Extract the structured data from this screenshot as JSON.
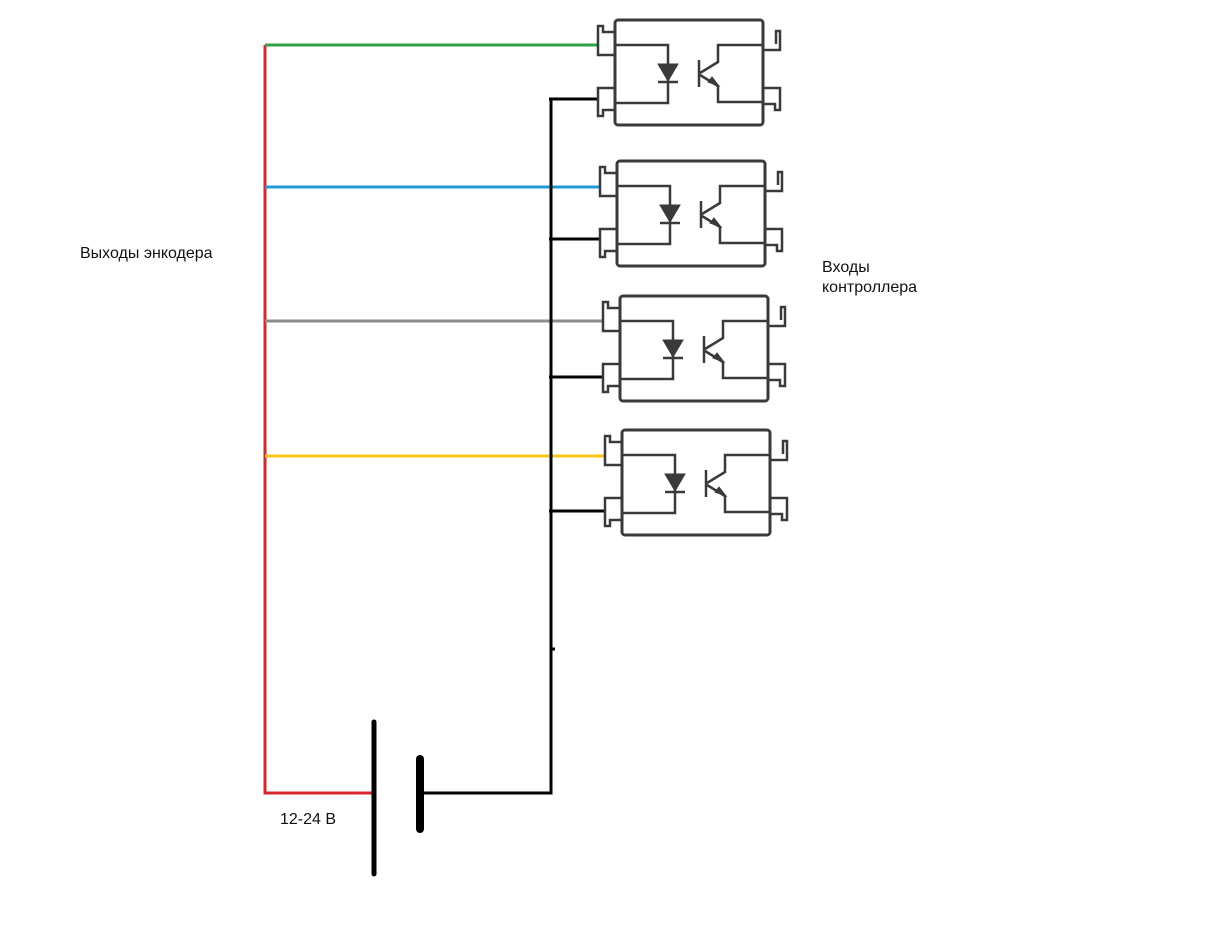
{
  "diagram": {
    "title": "",
    "labels": {
      "encoder_outputs": "Выходы энкодера",
      "controller_inputs_line1": "Входы",
      "controller_inputs_line2": "контроллера",
      "supply_voltage": "12-24 В"
    },
    "colors": {
      "supply_positive": "#d9262e",
      "signal_1": "#2ea34b",
      "signal_2": "#1e9bd7",
      "signal_3": "#8c8c8c",
      "signal_4": "#f5c518",
      "ground": "#000000",
      "component_outline": "#3a3a3a"
    },
    "wires": [
      {
        "name": "signal-wire-green",
        "color_key": "signal_1",
        "to": "optocoupler-1"
      },
      {
        "name": "signal-wire-blue",
        "color_key": "signal_2",
        "to": "optocoupler-2"
      },
      {
        "name": "signal-wire-gray",
        "color_key": "signal_3",
        "to": "optocoupler-3"
      },
      {
        "name": "signal-wire-yellow",
        "color_key": "signal_4",
        "to": "optocoupler-4"
      }
    ],
    "components": [
      {
        "name": "optocoupler-1",
        "type": "optocoupler"
      },
      {
        "name": "optocoupler-2",
        "type": "optocoupler"
      },
      {
        "name": "optocoupler-3",
        "type": "optocoupler"
      },
      {
        "name": "optocoupler-4",
        "type": "optocoupler"
      },
      {
        "name": "battery",
        "type": "dc-source"
      }
    ]
  }
}
